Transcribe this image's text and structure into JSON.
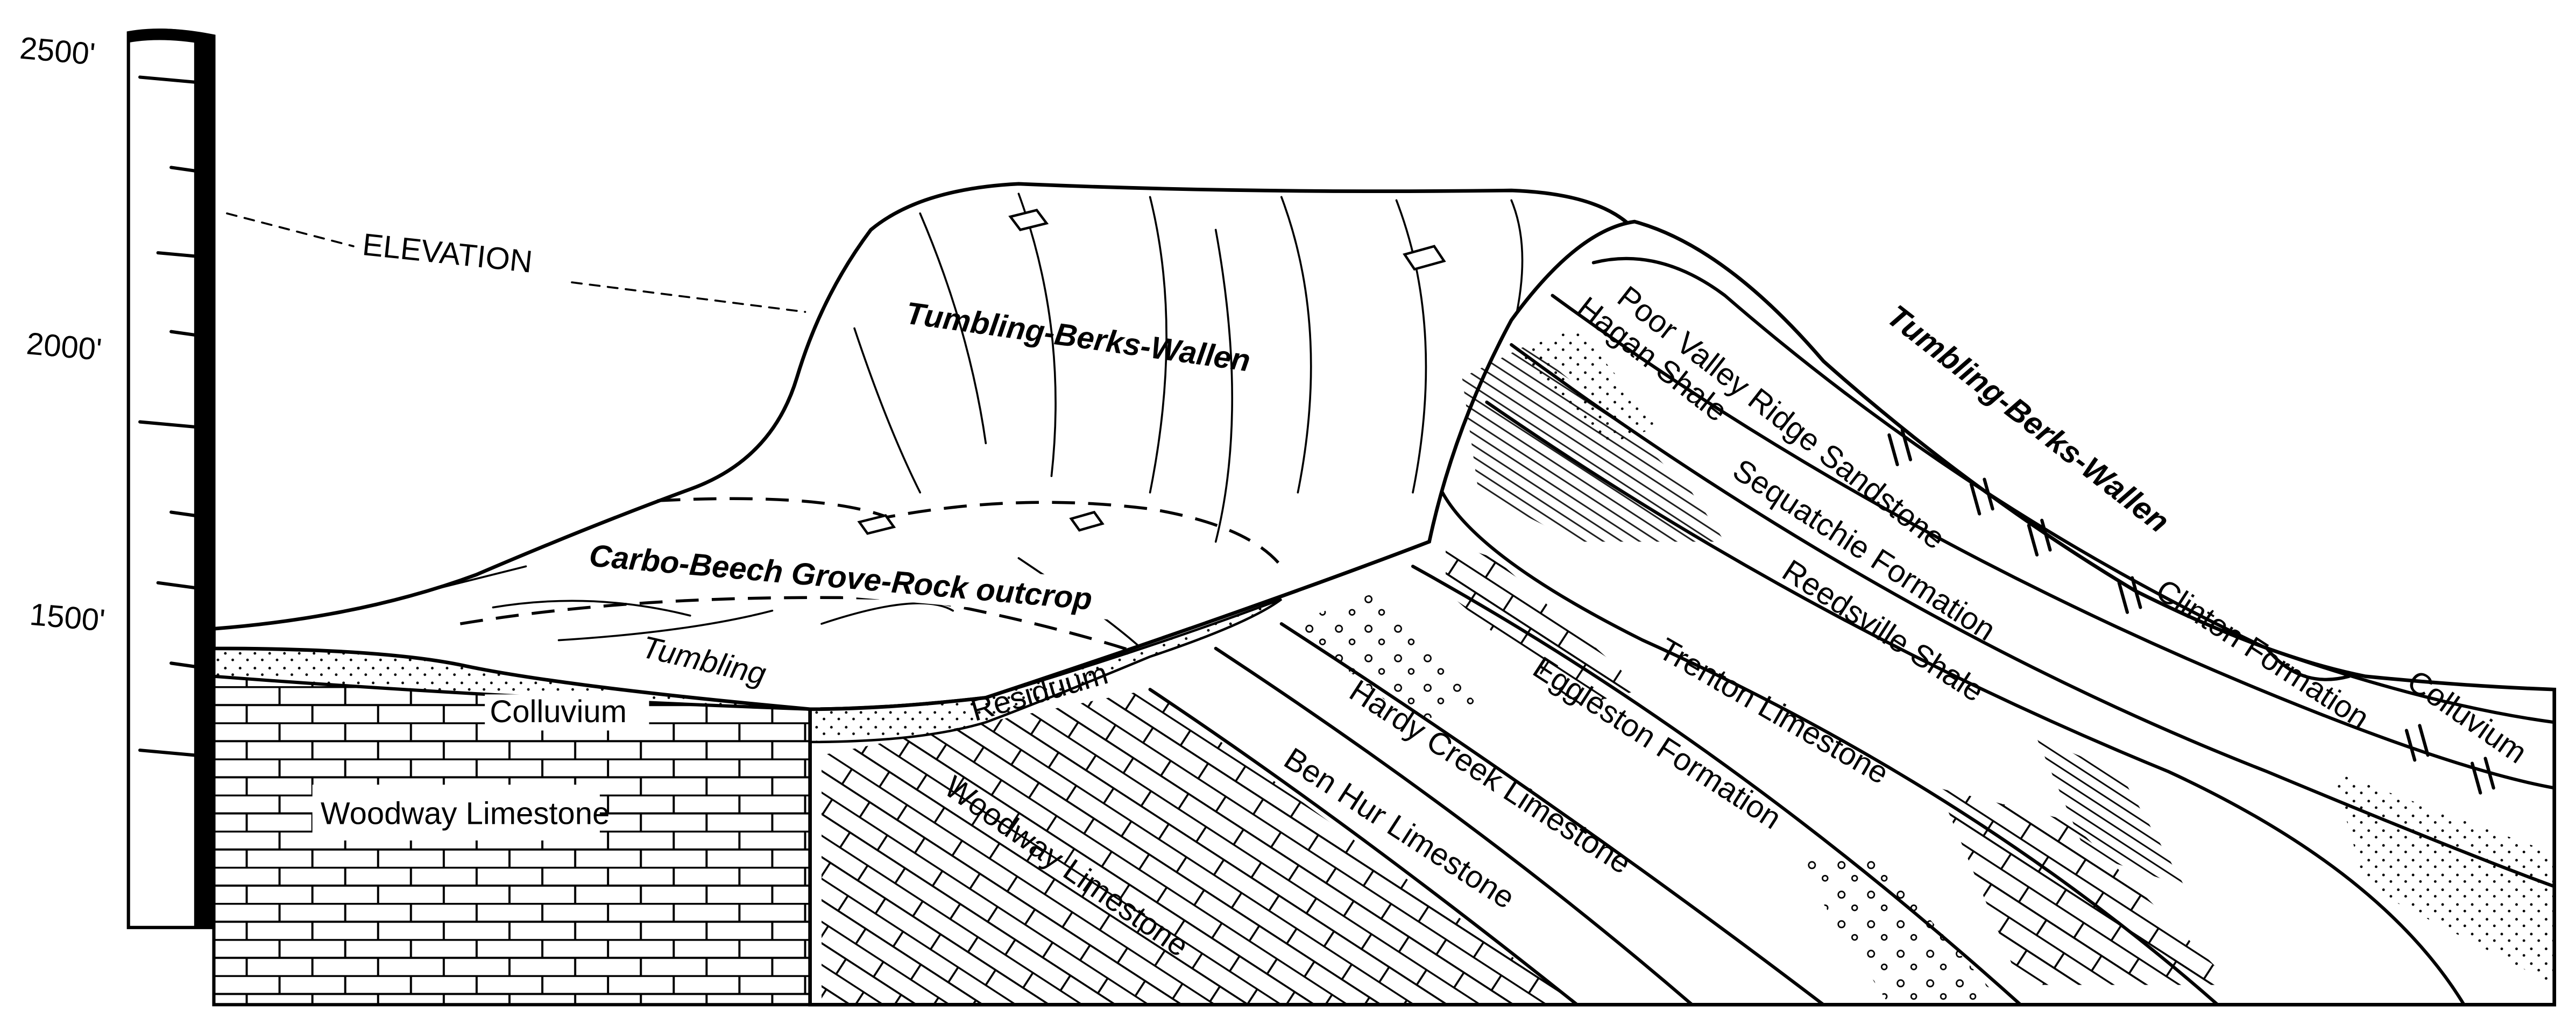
{
  "elevation_scale": {
    "title": "ELEVATION",
    "ticks": [
      "2500'",
      "2000'",
      "1500'"
    ]
  },
  "left_block": {
    "bedrock": "Woodway Limestone",
    "colluvium": "Colluvium",
    "soil_tumbling": "Tumbling"
  },
  "mountain_surface": {
    "soil_upper": "Tumbling-Berks-Wallen",
    "soil_lower": "Carbo-Beech Grove-Rock outcrop",
    "residuum": "Residuum"
  },
  "strata": {
    "woodway": "Woodway Limestone",
    "ben_hur": "Ben Hur Limestone",
    "hardy_creek": "Hardy Creek Limestone",
    "eggleston": "Eggleston Formation",
    "trenton": "Trenton Limestone",
    "reedsville": "Reedsville Shale",
    "sequatchie": "Sequatchie Formation",
    "hagan": "Hagan Shale",
    "poor_valley": "Poor Valley Ridge Sandstone",
    "clinton": "Clinton Formation"
  },
  "right_slope": {
    "soil": "Tumbling-Berks-Wallen",
    "colluvium": "Colluvium"
  }
}
